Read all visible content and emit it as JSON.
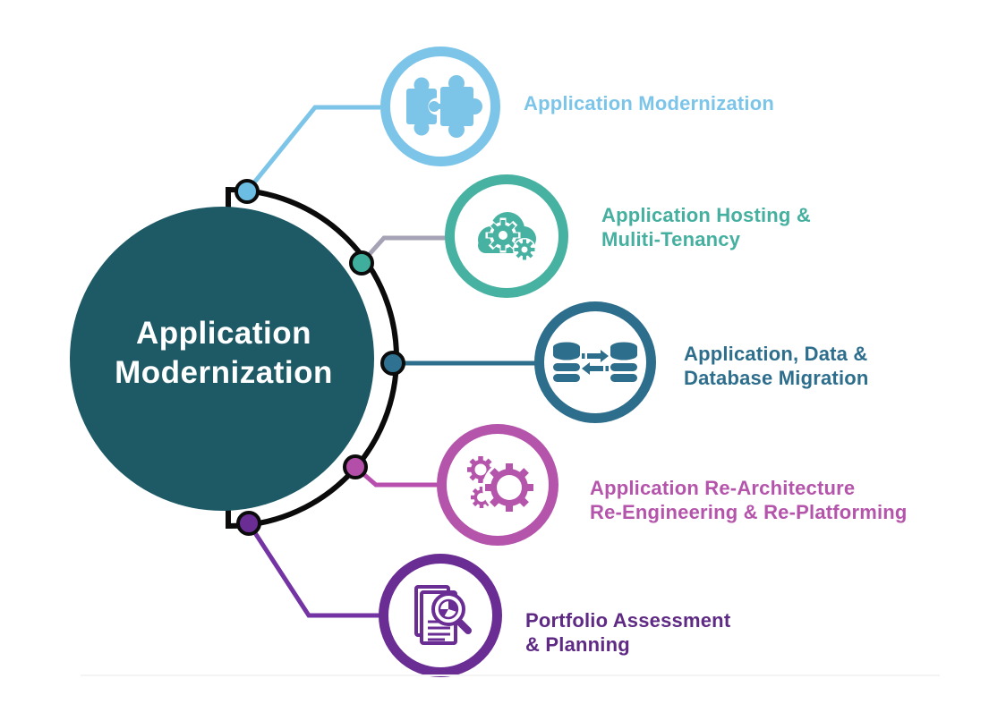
{
  "center": {
    "label": "Application\nModernization",
    "fill": "#1d5a66",
    "text_color": "#ffffff"
  },
  "arc": {
    "color": "#0b0b0b"
  },
  "divider": {
    "color": "#f4f4f6"
  },
  "branches": [
    {
      "label": "Application Modernization",
      "icon": "puzzle-icon",
      "ring_color": "#7cc5e9",
      "label_color": "#7cc5e9",
      "connector_color": "#7cc5e9",
      "dot_color": "#6bbde4"
    },
    {
      "label": "Application Hosting &\nMuliti-Tenancy",
      "icon": "cloud-gears-icon",
      "ring_color": "#48b2a2",
      "label_color": "#45b0a0",
      "connector_color": "#a5a3b5",
      "dot_color": "#3fae9d"
    },
    {
      "label": "Application, Data &\nDatabase Migration",
      "icon": "database-migration-icon",
      "ring_color": "#2e6e8d",
      "label_color": "#2e6e8d",
      "connector_color": "#2e6e8d",
      "dot_color": "#2e7190"
    },
    {
      "label": "Application Re-Architecture\nRe-Engineering & Re-Platforming",
      "icon": "gears-icon",
      "ring_color": "#b455ab",
      "label_color": "#b455ab",
      "connector_color": "#b84fae",
      "dot_color": "#b34fa9"
    },
    {
      "label": "Portfolio Assessment\n& Planning",
      "icon": "document-magnifier-icon",
      "ring_color": "#6a2d94",
      "label_color": "#5e2a84",
      "connector_color": "#7434a4",
      "dot_color": "#6a2d94"
    }
  ]
}
